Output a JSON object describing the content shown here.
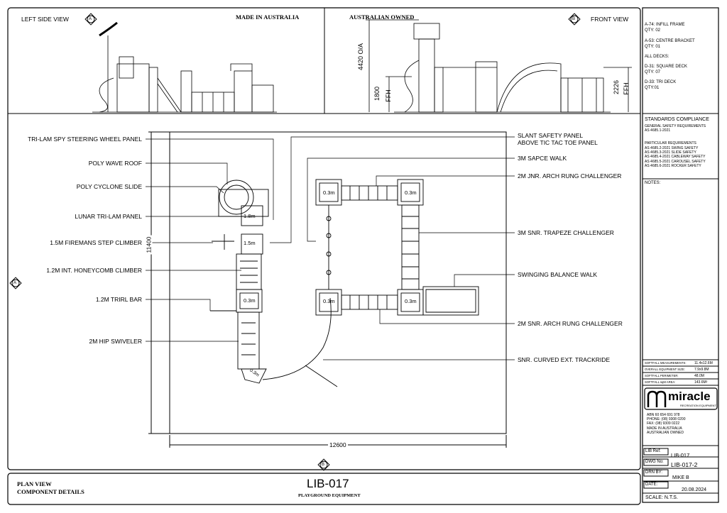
{
  "top_views": {
    "left_title": "LEFT SIDE VIEW",
    "made_in": "MADE IN AUSTRALIA",
    "australian_owned": "AUSTRALIAN OWNED",
    "front_title": "FRONT VIEW",
    "marker_a": "A",
    "marker_b": "B",
    "height_overall": "4420 O/A",
    "height_ffh_1": "1800",
    "ffh_label": "FFH",
    "height_ffh_2": "2226"
  },
  "components_list": [
    {
      "line1": "A-74: INFILL FRAME",
      "line2": "QTY: 02"
    },
    {
      "line1": "A-53: CENTRE BRACKET",
      "line2": "QTY: 01"
    },
    {
      "line1": "ALL DECKS:",
      "line2": ""
    },
    {
      "line1": "D-31: SQUARE DECK",
      "line2": "QTY: 07"
    },
    {
      "line1": "D-33: TRI DECK",
      "line2": "QTY:01"
    }
  ],
  "standards": {
    "title": "STANDARDS COMPLIANCE",
    "general": [
      "GENERAL SAFETY REQUIREMENTS",
      "AS 4685.1-2021"
    ],
    "particular_title": "PARTICULAR REQUIREMENTS",
    "particular": [
      "AS 4685.2-2021 SWING SAFETY",
      "AS 4685.3-2021 SLIDE SAFETY",
      "AS 4685.4-2021 CABLEWAY SAFETY",
      "AS 4685.5-2021 CAROUSEL SAFETY",
      "AS 4685.6-2021 ROCKER SAFETY"
    ],
    "notes_label": "NOTES:"
  },
  "softfall": [
    {
      "label": "SOFTFALL MEASUREMENTS:",
      "value": "11.4x12.6M"
    },
    {
      "label": "OVERALL EQUIPMENT SIZE:",
      "value": "7.9x9.8M"
    },
    {
      "label": "SOFTFALL PERIMETER:",
      "value": "48.0M"
    },
    {
      "label": "SOFTFALL sqM AREA:",
      "value": "143.6M²"
    }
  ],
  "company": {
    "name": "miracle",
    "tagline": "RECREATION EQUIPMENT",
    "abn": "ABN 60 654 691 978",
    "phone": "PHONE: (08) 9308 0200",
    "fax": "FAX:   (08) 9309 0222",
    "made": "MADE IN AUSTRALIA",
    "owned": "AUSTRALIAN OWNED"
  },
  "title_block": {
    "lib_ref_label": "LIB Ref:",
    "lib_ref": "LIB-017",
    "dwg_no_label": "DWG No:",
    "dwg_no": "LIB-017-2",
    "drn_by_label": "DRN BY:",
    "drn_by": "MIKE B",
    "date_label": "DATE:",
    "date": "20.08.2024",
    "scale": "SCALE: N.T.S."
  },
  "footer": {
    "view_line1": "PLAN VIEW",
    "view_line2": "COMPONENT DETAILS",
    "drawing_id": "LIB-017",
    "subtitle": "PLAYGROUND EQUIPMENT"
  },
  "plan": {
    "dim_width": "12600",
    "dim_height": "11400",
    "deck_heights": [
      "1.8m",
      "1.5m",
      "0.3m",
      "0.3m",
      "0.3m",
      "0.3m",
      "0.3m",
      "0.3m"
    ],
    "marker_a": "A",
    "marker_b": "B"
  },
  "callouts_left": [
    "TRI-LAM SPY STEERING WHEEL PANEL",
    "POLY WAVE ROOF",
    "POLY CYCLONE SLIDE",
    "LUNAR TRI-LAM PANEL",
    "1.5M  FIREMANS STEP CLIMBER",
    "1.2M INT. HONEYCOMB CLIMBER",
    "1.2M TRIRL BAR",
    "2M HIP SWIVELER"
  ],
  "callouts_right": [
    {
      "line1": "SLANT SAFETY PANEL",
      "line2": "ABOVE TIC TAC TOE PANEL"
    },
    {
      "line1": "3M SAPCE WALK",
      "line2": ""
    },
    {
      "line1": "2M JNR. ARCH RUNG CHALLENGER",
      "line2": ""
    },
    {
      "line1": "3M SNR. TRAPEZE CHALLENGER",
      "line2": ""
    },
    {
      "line1": "SWINGING BALANCE WALK",
      "line2": ""
    },
    {
      "line1": "2M SNR. ARCH RUNG CHALLENGER",
      "line2": ""
    },
    {
      "line1": "SNR. CURVED EXT. TRACKRIDE",
      "line2": ""
    }
  ]
}
